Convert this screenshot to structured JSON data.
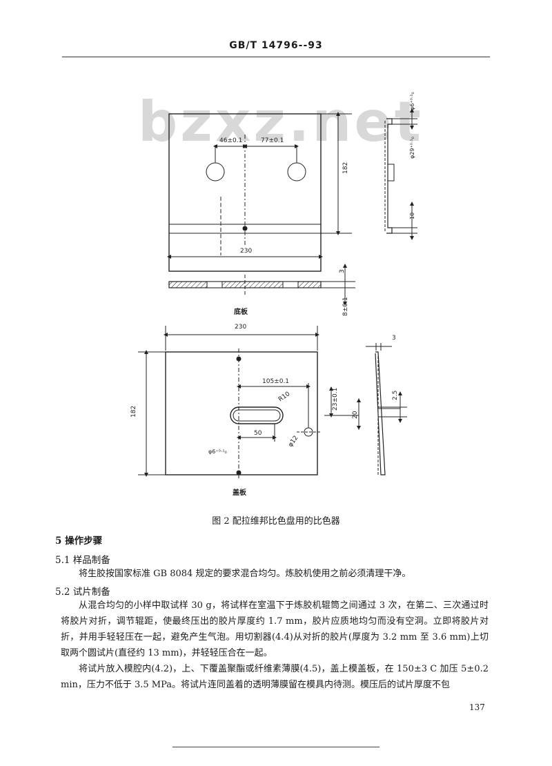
{
  "header": {
    "standard_code": "GB/T 14796--93"
  },
  "watermark": "bzxz.net",
  "figure": {
    "bottom_plate_label": "底板",
    "cover_plate_label": "盖板",
    "caption": "图 2   配拉维邦比色盘用的比色器",
    "dims": {
      "d46": "46±0.1",
      "d77": "77±0.1",
      "d182_top": "182",
      "d230_top": "230",
      "d3_top": "3",
      "d8": "8±0.1",
      "phi6_top": "φ6⁺⁰·¹₀",
      "phi29": "φ29⁺⁰·¹₀",
      "d10": "10",
      "d230_cover": "230",
      "d182_cover": "182",
      "d105": "105±0.1",
      "r10": "R10",
      "d50": "50",
      "phi12": "φ12",
      "phi6_cover": "φ6⁺⁰·¹₀",
      "d23": "23±0.1",
      "d20": "20",
      "d3_cover": "3",
      "d2_5": "2.5",
      "eq": "="
    }
  },
  "section5": {
    "heading": "5   操作步骤",
    "s51_heading": "5.1   样品制备",
    "s51_body": "将生胶按国家标准 GB 8084 规定的要求混合均匀。炼胶机使用之前必须清理干净。",
    "s52_heading": "5.2   试片制备",
    "s52_p1": "从混合均匀的小样中取试样 30 g，将试样在室温下于炼胶机辊筒之间通过 3 次，在第二、三次通过时将胶片对折，调节辊距，使最终压出的胶片厚度约 1.7 mm，胶片应质地均匀而没有空洞。立即将胶片对折，并用手轻轻压在一起，避免产生气泡。用切割器(4.4)从对折的胶片(厚度为 3.2 mm 至 3.6 mm)上切取两个圆试片(直径约 13 mm)，并轻轻压合在一起。",
    "s52_p2": "将试片放入模腔内(4.2)，上、下覆盖聚酯或纤维素薄膜(4.5)，盖上模盖板，在 150±3 C 加压 5±0.2 min，压力不低于 3.5 MPa。将试片连同盖着的透明薄膜留在模具内待测。模压后的试片厚度不包"
  },
  "page_number": "137"
}
